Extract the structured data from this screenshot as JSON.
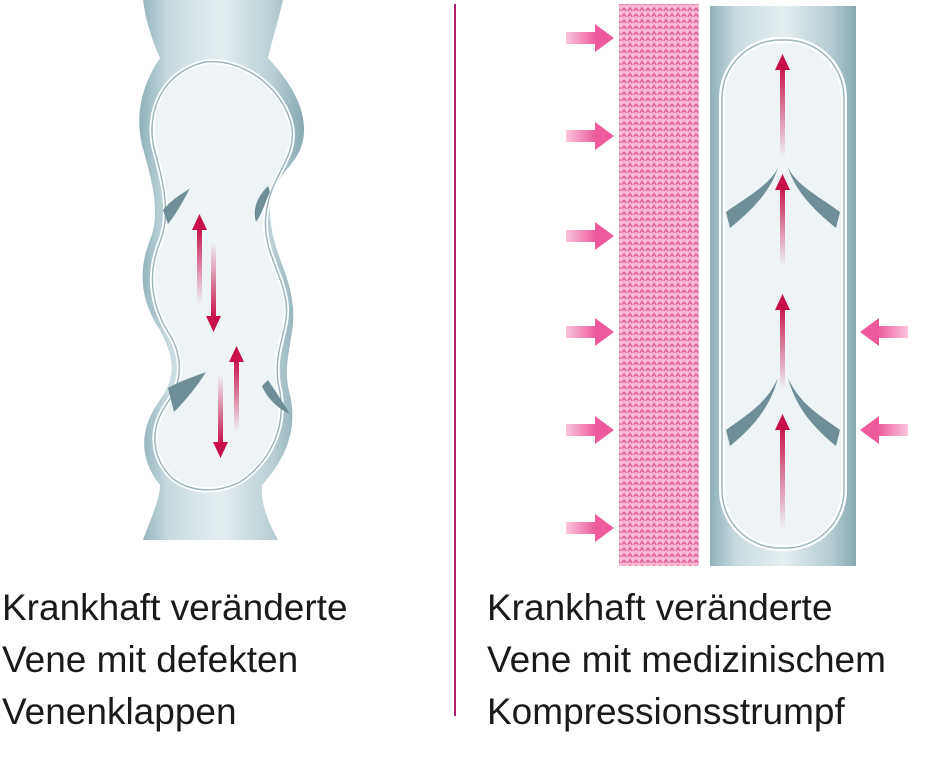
{
  "colors": {
    "accent": "#c8104a",
    "pressure_arrow": "#ee5a9c",
    "divider": "#b21d6d",
    "vein_wall": "#a3bcc3",
    "vein_lumen": "#eef4f6",
    "fabric": "#f48cb8",
    "text": "#1a1a1a"
  },
  "left_panel": {
    "caption_lines": [
      "Krankhaft veränderte",
      "Vene mit defekten",
      "Venenklappen"
    ]
  },
  "right_panel": {
    "caption_lines": [
      "Krankhaft veränderte",
      "Vene mit medizinischem",
      "Kompressionsstrumpf"
    ]
  }
}
